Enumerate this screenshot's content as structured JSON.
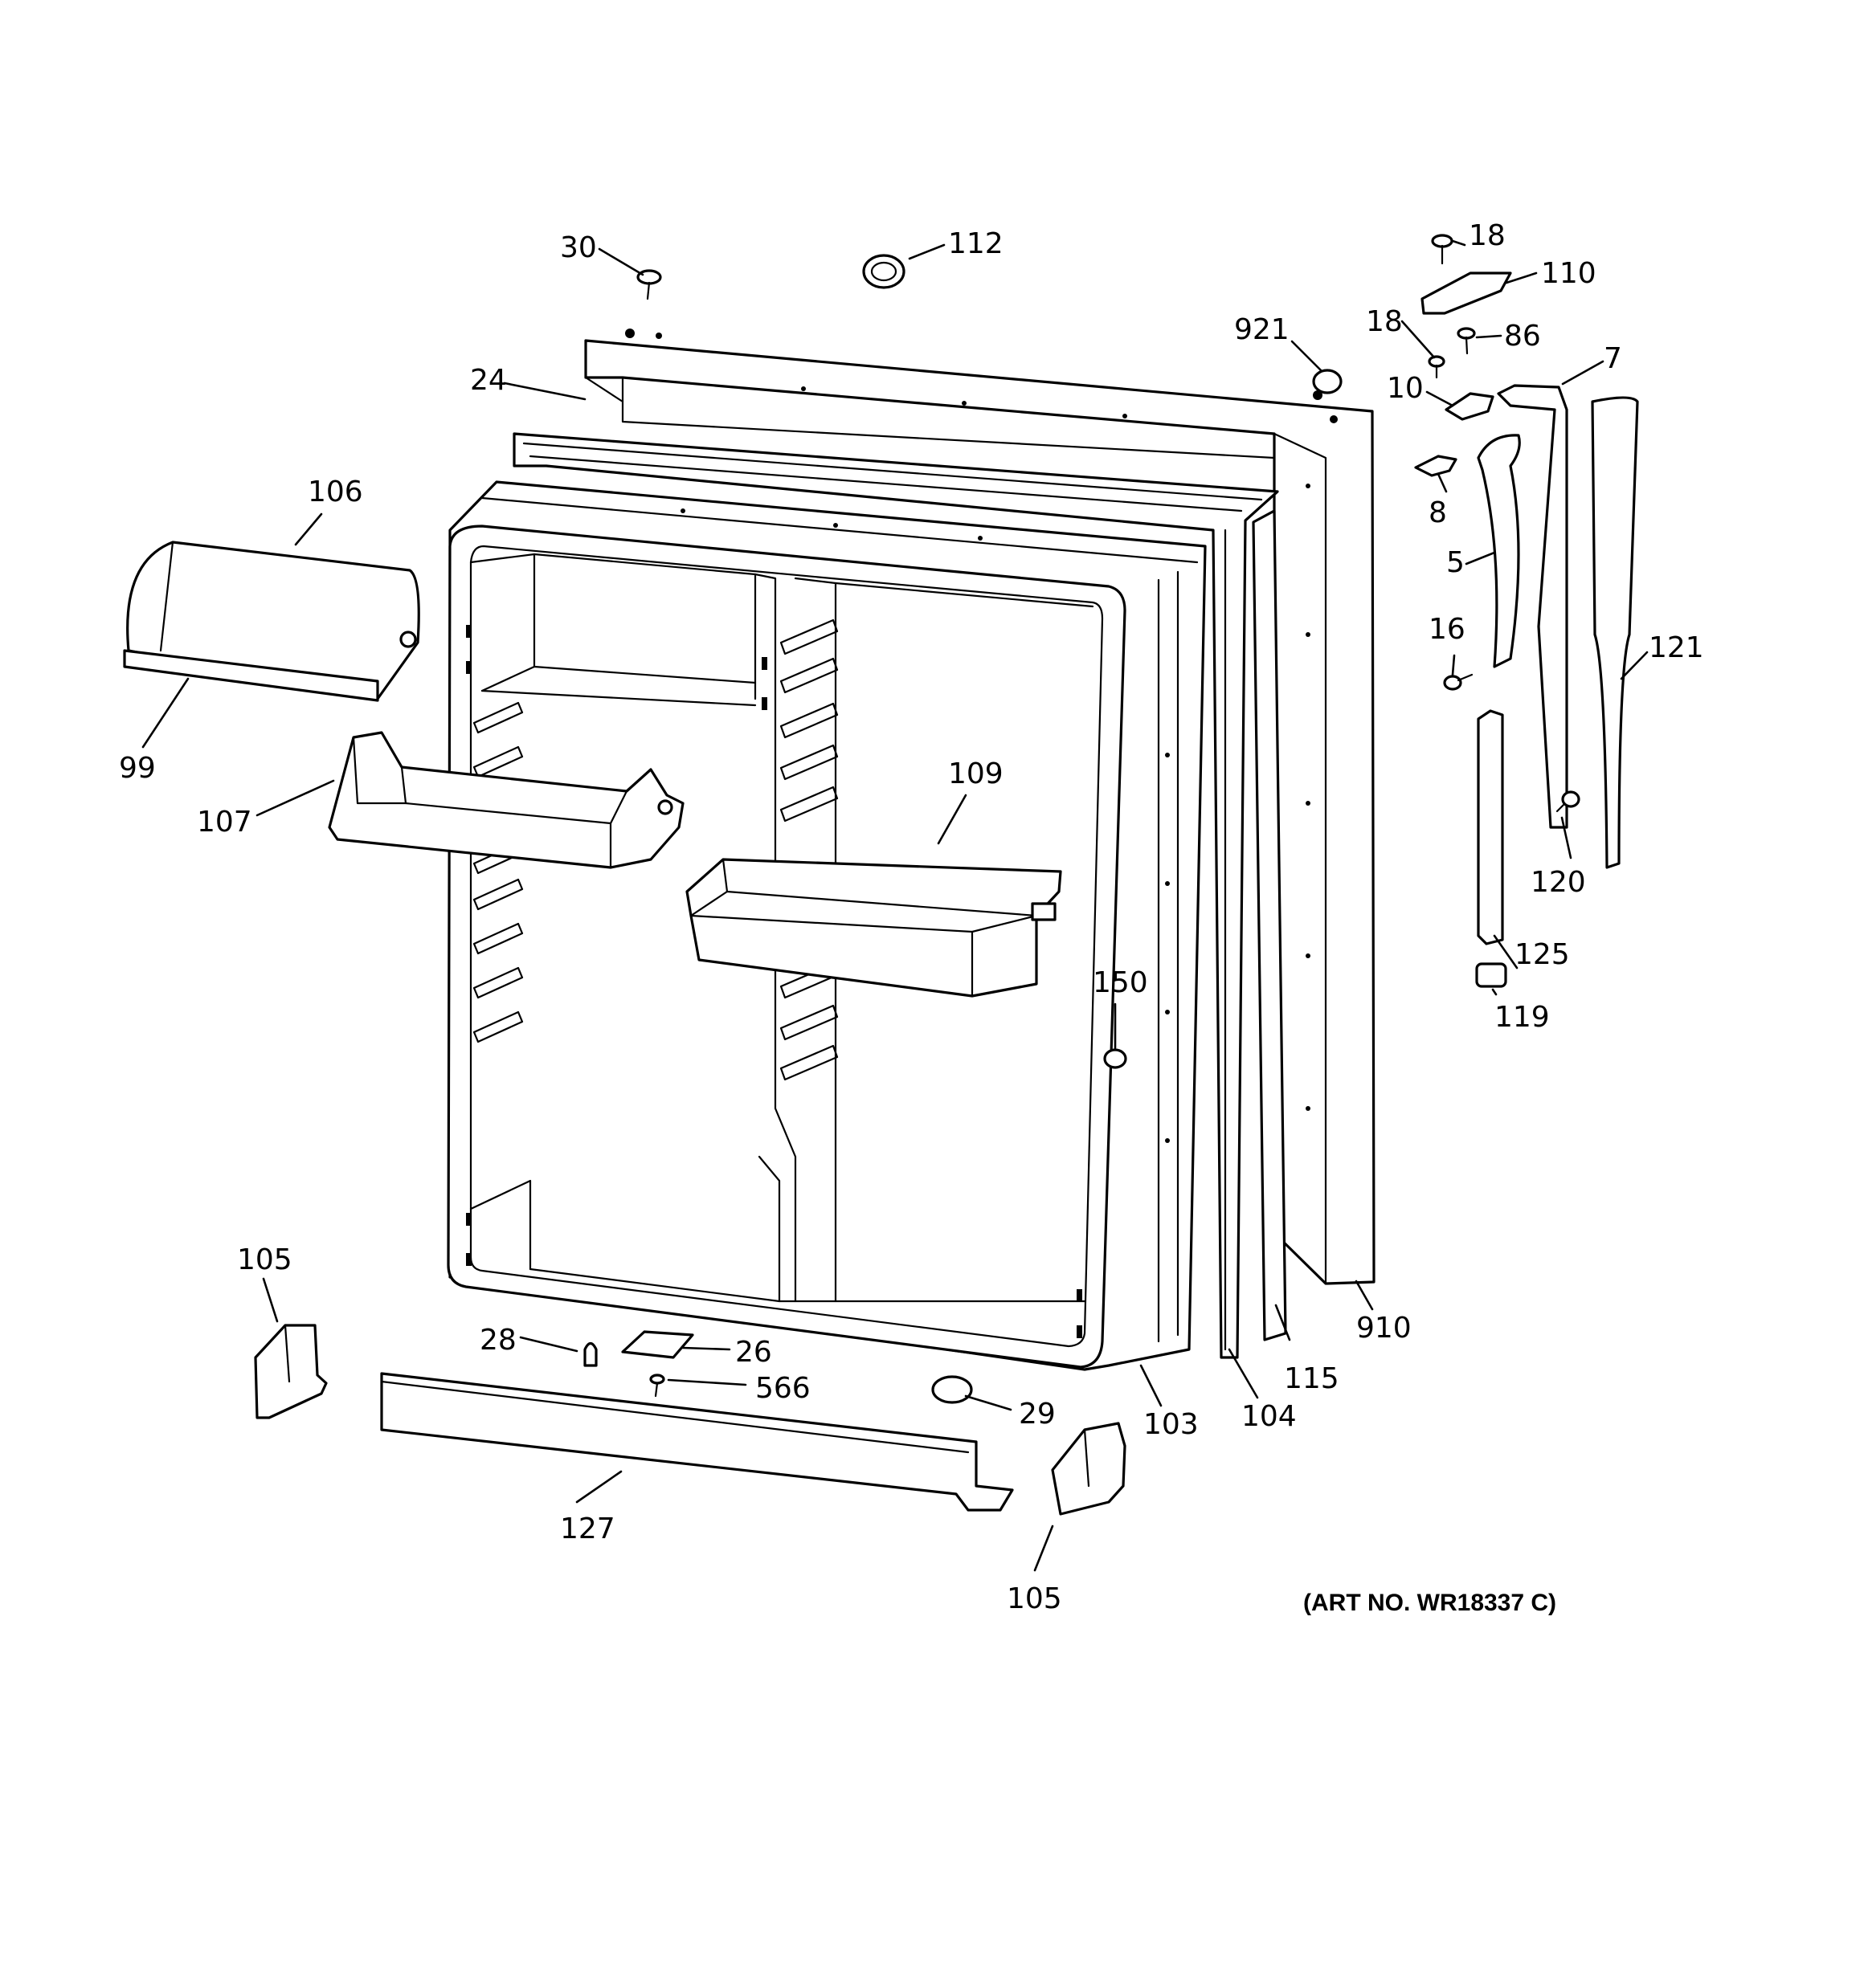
{
  "colors": {
    "line": "#000000",
    "paper": "#ffffff"
  },
  "art_number": "(ART NO. WR18337 C)",
  "callouts": {
    "c30": "30",
    "c112": "112",
    "c18a": "18",
    "c110": "110",
    "c18b": "18",
    "c86": "86",
    "c921": "921",
    "c24": "24",
    "c7": "7",
    "c10": "10",
    "c8": "8",
    "c106": "106",
    "c5": "5",
    "c16": "16",
    "c121": "121",
    "c99": "99",
    "c109": "109",
    "c107": "107",
    "c120": "120",
    "c125": "125",
    "c150": "150",
    "c119": "119",
    "c105a": "105",
    "c910": "910",
    "c28": "28",
    "c26": "26",
    "c566": "566",
    "c115": "115",
    "c29": "29",
    "c103": "103",
    "c104": "104",
    "c127": "127",
    "c105b": "105"
  }
}
